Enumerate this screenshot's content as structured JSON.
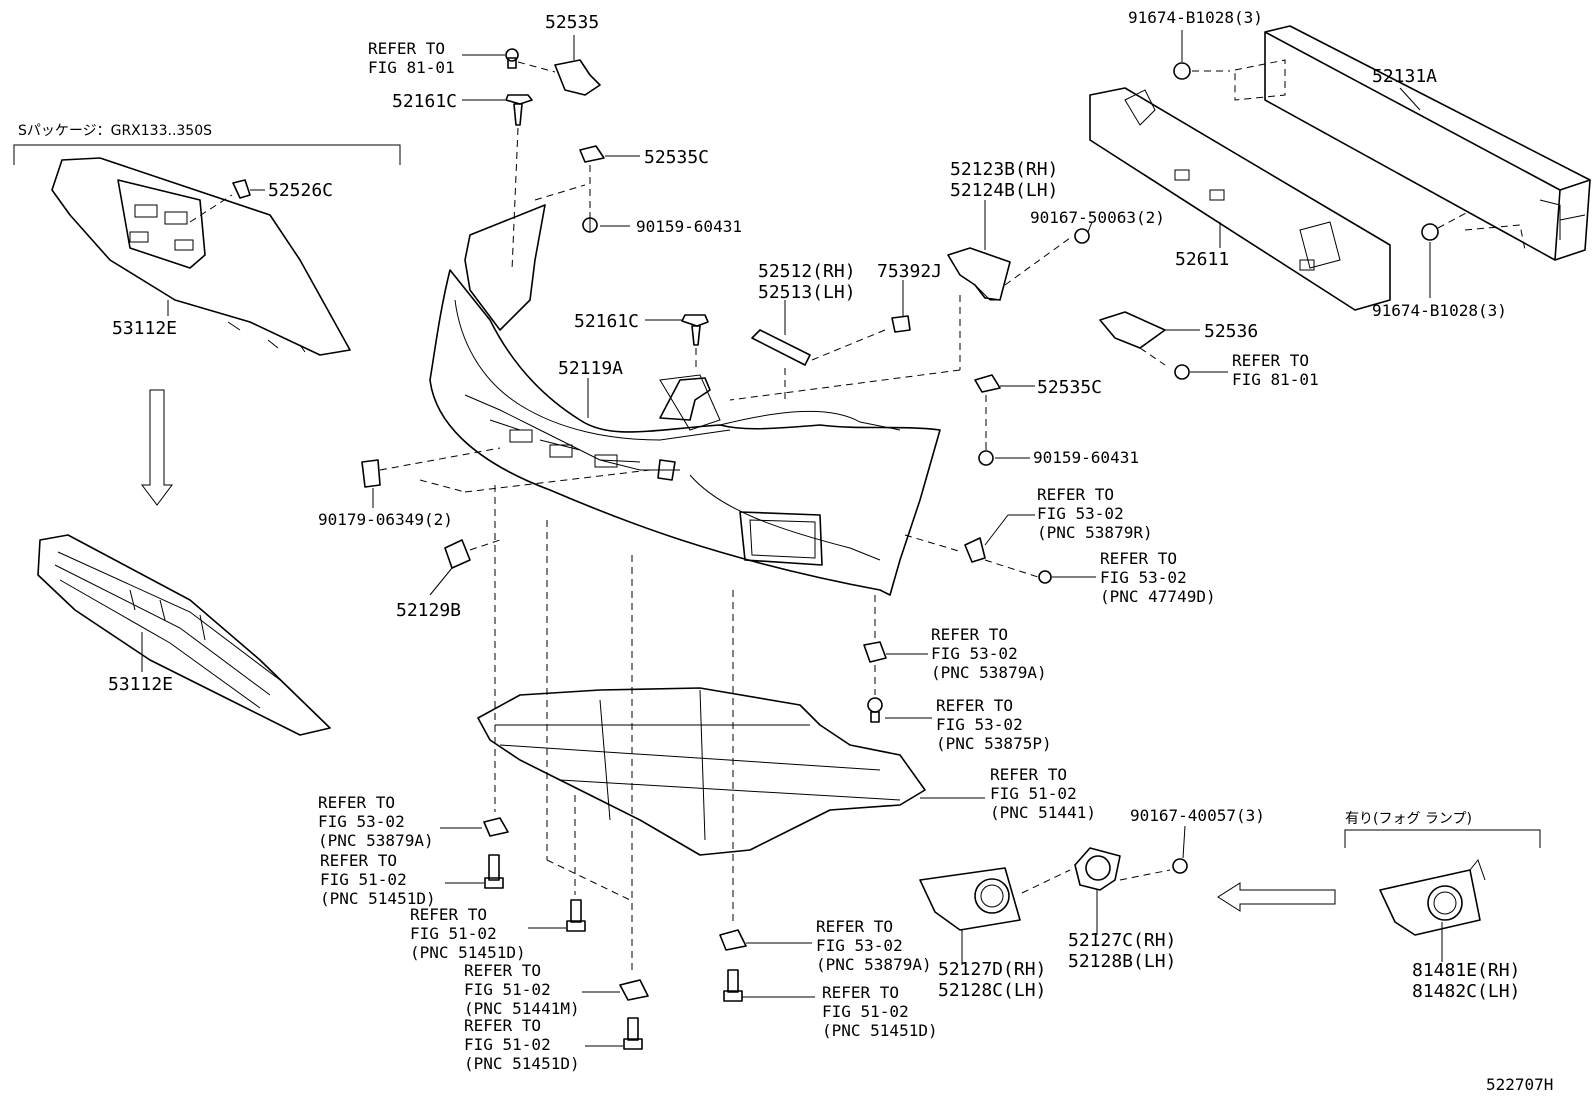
{
  "figure_code": "522707H",
  "groups": {
    "s_package": "Sパッケージ：GRX133..350S",
    "fog_lamp": "有り(フォグ ランプ)"
  },
  "labels": {
    "p52535": "52535",
    "refer_to_fig81_01_top": "REFER TO\nFIG 81-01",
    "p52161c_top": "52161C",
    "p52526c": "52526C",
    "p53112e_top": "53112E",
    "p53112e_bottom": "53112E",
    "p52535c_top": "52535C",
    "p90159_top": "90159-60431",
    "p52161c_mid": "52161C",
    "p52119a": "52119A",
    "p52512": "52512(RH)",
    "p52513": "52513(LH)",
    "p75392j": "75392J",
    "p52123b": "52123B(RH)",
    "p52124b": "52124B(LH)",
    "p90167_50063": "90167-50063(2)",
    "p91674_top": "91674-B1028(3)",
    "p52131a": "52131A",
    "p52611": "52611",
    "p91674_bottom": "91674-B1028(3)",
    "p52536": "52536",
    "refer_fig81_01_right": "REFER TO\nFIG 81-01",
    "p52535c_right": "52535C",
    "p90159_right": "90159-60431",
    "p90179": "90179-06349(2)",
    "p52129b": "52129B",
    "ref_53879r": "REFER TO\nFIG 53-02\n(PNC 53879R)",
    "ref_47749d": "REFER TO\nFIG 53-02\n(PNC 47749D)",
    "ref_53879a_mid": "REFER TO\nFIG 53-02\n(PNC 53879A)",
    "ref_53875p": "REFER TO\nFIG 53-02\n(PNC 53875P)",
    "ref_51441": "REFER TO\nFIG 51-02\n(PNC 51441)",
    "ref_53879a_left": "REFER TO\nFIG 53-02\n(PNC 53879A)",
    "ref_51451d_a": "REFER TO\nFIG 51-02\n(PNC 51451D)",
    "ref_51451d_b": "REFER TO\nFIG 51-02\n(PNC 51451D)",
    "ref_51441m": "REFER TO\nFIG 51-02\n(PNC 51441M)",
    "ref_51451d_c": "REFER TO\nFIG 51-02\n(PNC 51451D)",
    "ref_53879a_bottom": "REFER TO\nFIG 53-02\n(PNC 53879A)",
    "ref_51451d_d": "REFER TO\nFIG 51-02\n(PNC 51451D)",
    "p90167_40057": "90167-40057(3)",
    "p52127d": "52127D(RH)",
    "p52128c": "52128C(LH)",
    "p52127c": "52127C(RH)",
    "p52128b": "52128B(LH)",
    "p81481e": "81481E(RH)",
    "p81482c": "81482C(LH)"
  }
}
